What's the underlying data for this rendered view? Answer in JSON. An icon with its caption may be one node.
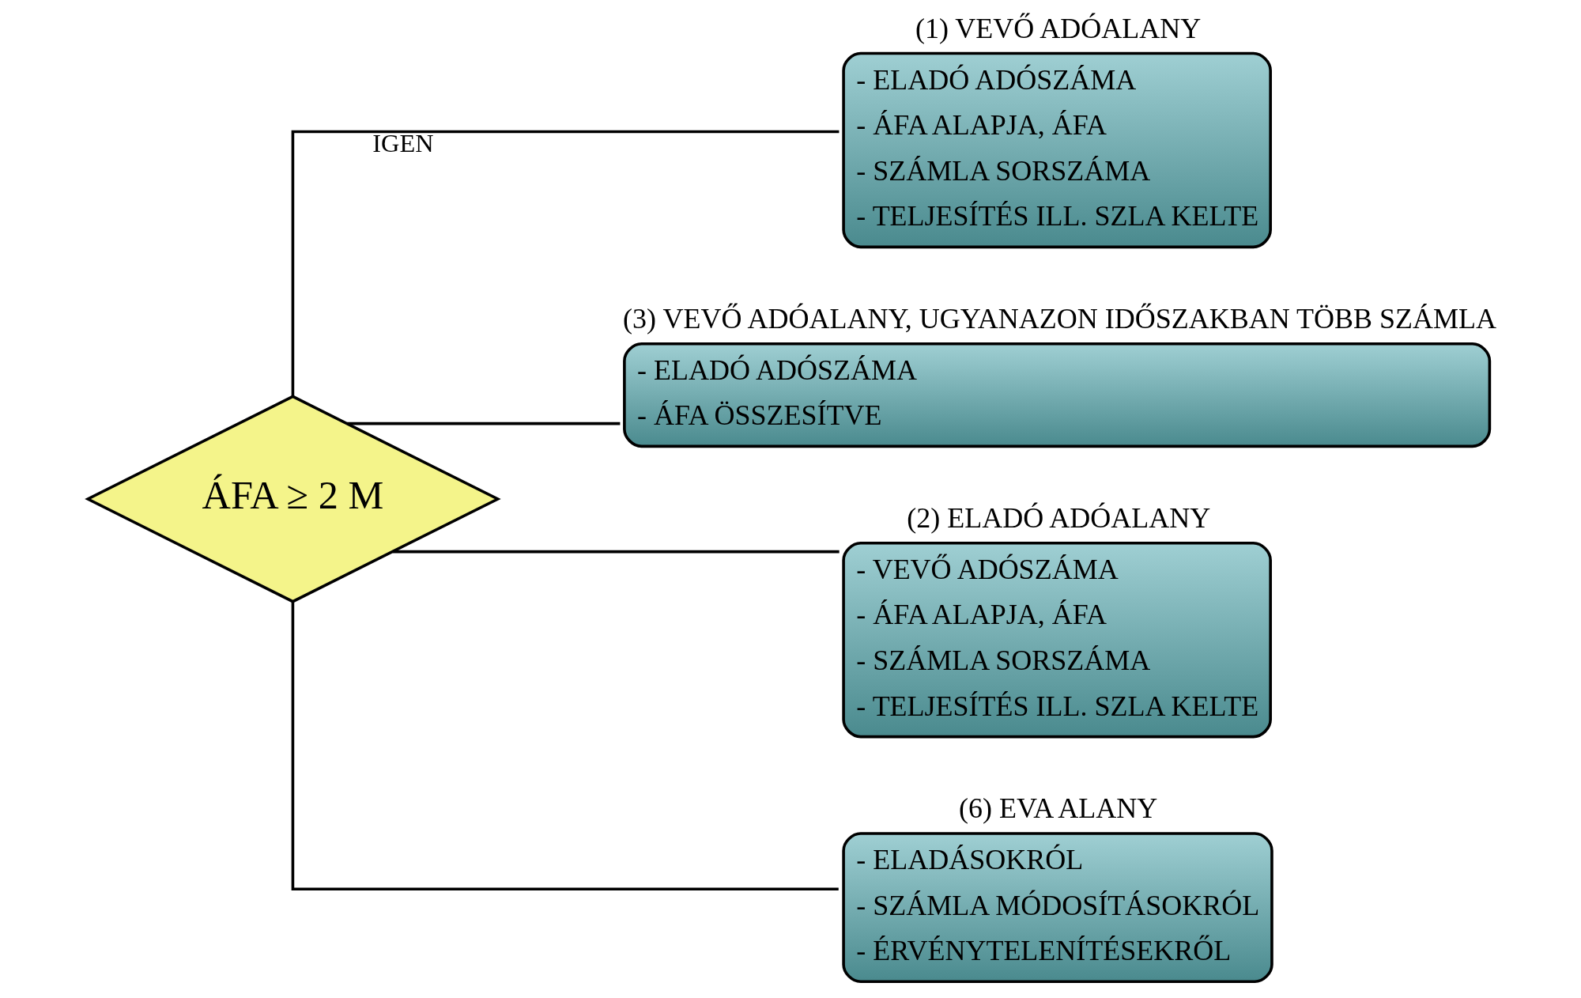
{
  "diagram": {
    "nodes": [
      {
        "text": [
          "ÁFA ≥ 2 M"
        ]
      },
      {
        "text": [
          "(1) VEVŐ ADÓALANY",
          "- ELADÓ ADÓSZÁMA",
          "- ÁFA ALAPJA, ÁFA",
          "- SZÁMLA SORSZÁMA",
          "- TELJESÍTÉS ILL. SZLA KELTE"
        ]
      },
      {
        "text": [
          "(3) VEVŐ ADÓALANY, UGYANAZON IDŐSZAKBAN TÖBB SZÁMLA",
          "- ELADÓ ADÓSZÁMA",
          "- ÁFA ÖSSZESÍTVE"
        ]
      },
      {
        "text": [
          "(2) ELADÓ ADÓALANY",
          "- VEVŐ ADÓSZÁMA",
          "- ÁFA ALAPJA, ÁFA",
          "- SZÁMLA SORSZÁMA",
          "- TELJESÍTÉS ILL. SZLA KELTE"
        ]
      },
      {
        "text": [
          "(6) EVA ALANY",
          "- ELADÁSOKRÓL",
          "- SZÁMLA MÓDOSÍTÁSOKRÓL",
          "- ÉRVÉNYTELENÍTÉSEKRŐL"
        ]
      }
    ],
    "edges": [
      {
        "from": 0,
        "to": 1,
        "arrow": "none",
        "label": "IGEN"
      },
      {
        "from": 0,
        "to": 2,
        "arrow": "none"
      },
      {
        "from": 0,
        "to": 3,
        "arrow": "none"
      },
      {
        "from": 0,
        "to": 4,
        "arrow": "none"
      }
    ]
  }
}
